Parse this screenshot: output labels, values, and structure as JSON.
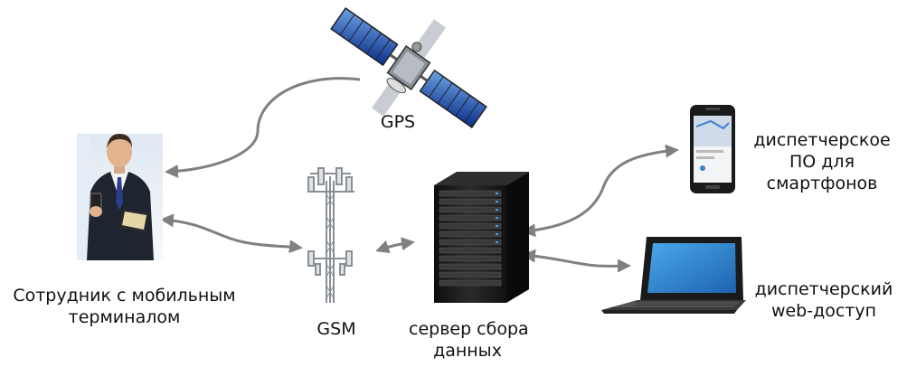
{
  "labels": {
    "gps": "GPS",
    "gsm": "GSM",
    "employee_line1": "Сотрудник с мобильным",
    "employee_line2": "терминалом",
    "server_line1": "сервер сбора",
    "server_line2": "данных",
    "mobile_po_line1": "диспетчерское",
    "mobile_po_line2": "ПО для",
    "mobile_po_line3": "смартфонов",
    "web_line1": "диспетчерский",
    "web_line2": "web-доступ"
  },
  "nodes": [
    {
      "id": "satellite",
      "icon": "satellite-icon"
    },
    {
      "id": "employee",
      "icon": "person-icon"
    },
    {
      "id": "tower",
      "icon": "cell-tower-icon"
    },
    {
      "id": "server",
      "icon": "server-rack-icon"
    },
    {
      "id": "smartphone",
      "icon": "smartphone-icon"
    },
    {
      "id": "laptop",
      "icon": "laptop-icon"
    }
  ],
  "connections": [
    {
      "from": "satellite",
      "to": "employee",
      "directed": true
    },
    {
      "from": "employee",
      "to": "tower",
      "directed": "both"
    },
    {
      "from": "tower",
      "to": "server",
      "directed": "both"
    },
    {
      "from": "server",
      "to": "smartphone",
      "directed": "both"
    },
    {
      "from": "server",
      "to": "laptop",
      "directed": "both"
    }
  ],
  "colors": {
    "arrow": "#808080",
    "screen": "#2f86c9",
    "server": "#1a1a1a",
    "suit": "#1f2530"
  }
}
